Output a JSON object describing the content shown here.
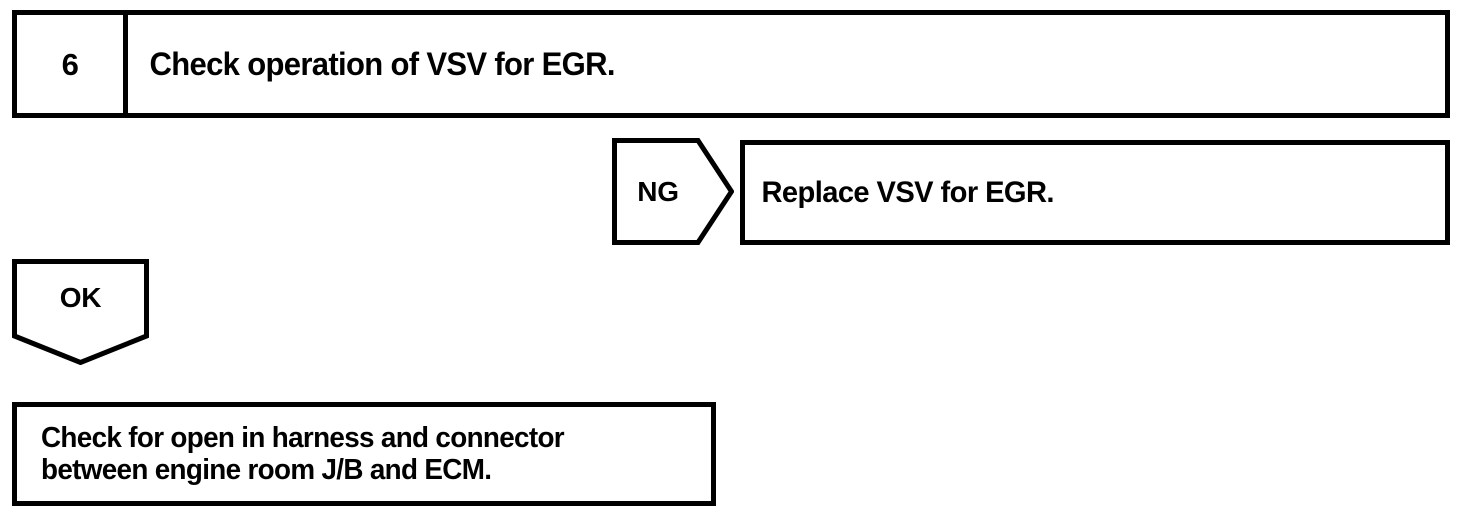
{
  "diagram": {
    "type": "troubleshooting-flowchart",
    "line_color": "#000000",
    "background_color": "#ffffff",
    "step": {
      "number": "6",
      "instruction": "Check operation of VSV for EGR."
    },
    "branches": {
      "ng": {
        "label": "NG",
        "shape": "pentagon-right",
        "action": "Replace VSV for EGR."
      },
      "ok": {
        "label": "OK",
        "shape": "pentagon-down",
        "action_line_1": "Check for open in harness and connector",
        "action_line_2": "between engine room J/B and ECM."
      }
    }
  }
}
